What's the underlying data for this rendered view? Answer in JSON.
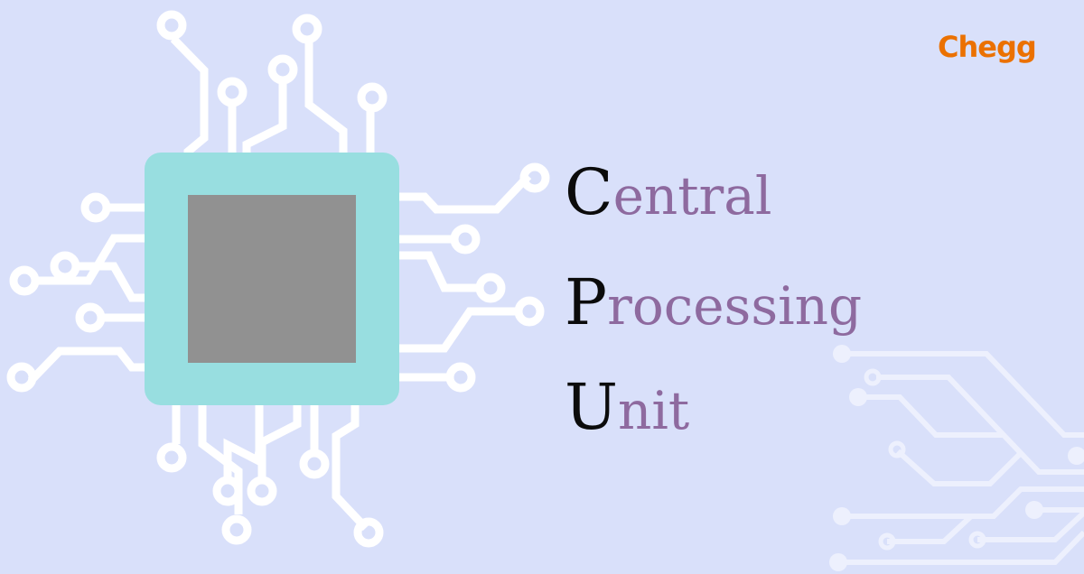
{
  "brand": {
    "logo_text": "Chegg",
    "logo_color": "#eb7100"
  },
  "title": {
    "lines": [
      {
        "initial": "C",
        "rest": "entral"
      },
      {
        "initial": "P",
        "rest": "rocessing"
      },
      {
        "initial": "U",
        "rest": "nit"
      }
    ],
    "initial_color": "#0b0b0b",
    "rest_color": "#8e6a9f"
  },
  "illustration": {
    "icon": "cpu-chip-icon",
    "background_color": "#d9e0fa",
    "chip_border_color": "#98dee0",
    "chip_core_color": "#919191",
    "trace_color": "#ffffff",
    "decor_icon": "circuit-traces-icon",
    "decor_trace_color": "#edf0fd"
  }
}
